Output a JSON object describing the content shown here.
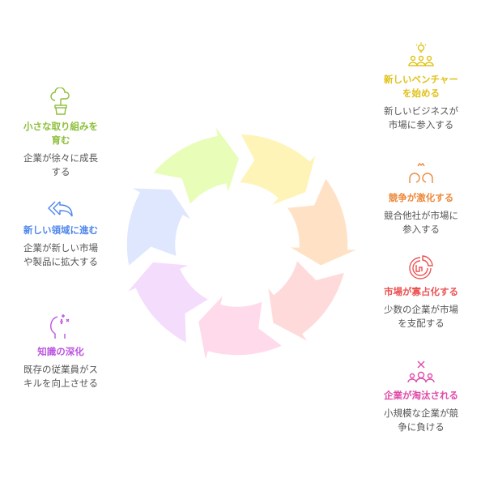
{
  "cycle": {
    "segments": [
      {
        "name": "nurture",
        "color": "#e8fdb8"
      },
      {
        "name": "venture",
        "color": "#fff4b8"
      },
      {
        "name": "competition",
        "color": "#ffe2c6"
      },
      {
        "name": "oligopoly",
        "color": "#ffdada"
      },
      {
        "name": "eliminated",
        "color": "#ffdaea"
      },
      {
        "name": "knowledge",
        "color": "#f4dcfd"
      },
      {
        "name": "expansion",
        "color": "#dfe7fe"
      }
    ]
  },
  "items": {
    "venture": {
      "title": "新しいベンチャーを始める",
      "desc": "新しいビジネスが市場に参入する",
      "color": "#e0c21a",
      "icon": "lightbulb-people-icon"
    },
    "competition": {
      "title": "競争が激化する",
      "desc": "競合他社が市場に参入する",
      "color": "#ec8a3c",
      "icon": "competing-heads-icon"
    },
    "oligopoly": {
      "title": "市場が寡占化する",
      "desc": "少数の企業が市場を支配する",
      "color": "#ec5353",
      "icon": "market-share-chart-icon"
    },
    "eliminated": {
      "title": "企業が淘汰される",
      "desc": "小規模な企業が競争に負ける",
      "color": "#e04aa8",
      "icon": "people-cross-icon"
    },
    "nurture": {
      "title": "小さな取り組みを育む",
      "desc": "企業が徐々に成長する",
      "color": "#8cbf3a",
      "icon": "potted-plant-icon"
    },
    "expansion": {
      "title": "新しい領域に進む",
      "desc": "企業が新しい市場や製品に拡大する",
      "color": "#4f86ec",
      "icon": "double-arrow-back-icon"
    },
    "knowledge": {
      "title": "知識の深化",
      "desc": "既存の従業員がスキルを向上させる",
      "color": "#bb55e0",
      "icon": "head-thinking-icon"
    }
  }
}
